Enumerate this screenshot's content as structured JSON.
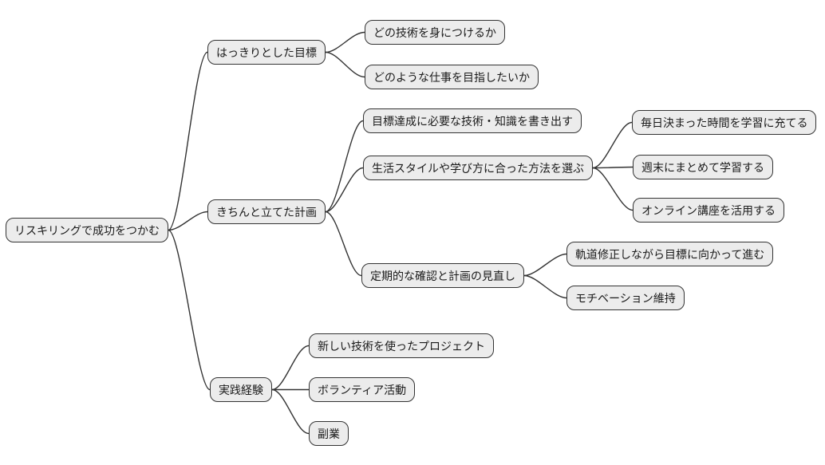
{
  "diagram": {
    "type": "mindmap",
    "title": "リスキリングで成功をつかむ",
    "style": {
      "background": "#ffffff",
      "node_fill": "#ececec",
      "node_border": "#333333",
      "edge_color": "#333333",
      "text_color": "#1a1a1a"
    },
    "root": {
      "id": "root",
      "label": "リスキリングで成功をつかむ"
    },
    "branches": [
      {
        "id": "goal",
        "label": "はっきりとした目標",
        "children": [
          {
            "id": "goal-skill",
            "label": "どの技術を身につけるか"
          },
          {
            "id": "goal-job",
            "label": "どのような仕事を目指したいか"
          }
        ]
      },
      {
        "id": "plan",
        "label": "きちんと立てた計画",
        "children": [
          {
            "id": "plan-list",
            "label": "目標達成に必要な技術・知識を書き出す"
          },
          {
            "id": "plan-method",
            "label": "生活スタイルや学び方に合った方法を選ぶ",
            "children": [
              {
                "id": "method-daily",
                "label": "毎日決まった時間を学習に充てる"
              },
              {
                "id": "method-weekend",
                "label": "週末にまとめて学習する"
              },
              {
                "id": "method-online",
                "label": "オンライン講座を活用する"
              }
            ]
          },
          {
            "id": "plan-review",
            "label": "定期的な確認と計画の見直し",
            "children": [
              {
                "id": "review-adjust",
                "label": "軌道修正しながら目標に向かって進む"
              },
              {
                "id": "review-motivation",
                "label": "モチベーション維持"
              }
            ]
          }
        ]
      },
      {
        "id": "practice",
        "label": "実践経験",
        "children": [
          {
            "id": "practice-project",
            "label": "新しい技術を使ったプロジェクト"
          },
          {
            "id": "practice-volunteer",
            "label": "ボランティア活動"
          },
          {
            "id": "practice-side",
            "label": "副業"
          }
        ]
      }
    ]
  }
}
